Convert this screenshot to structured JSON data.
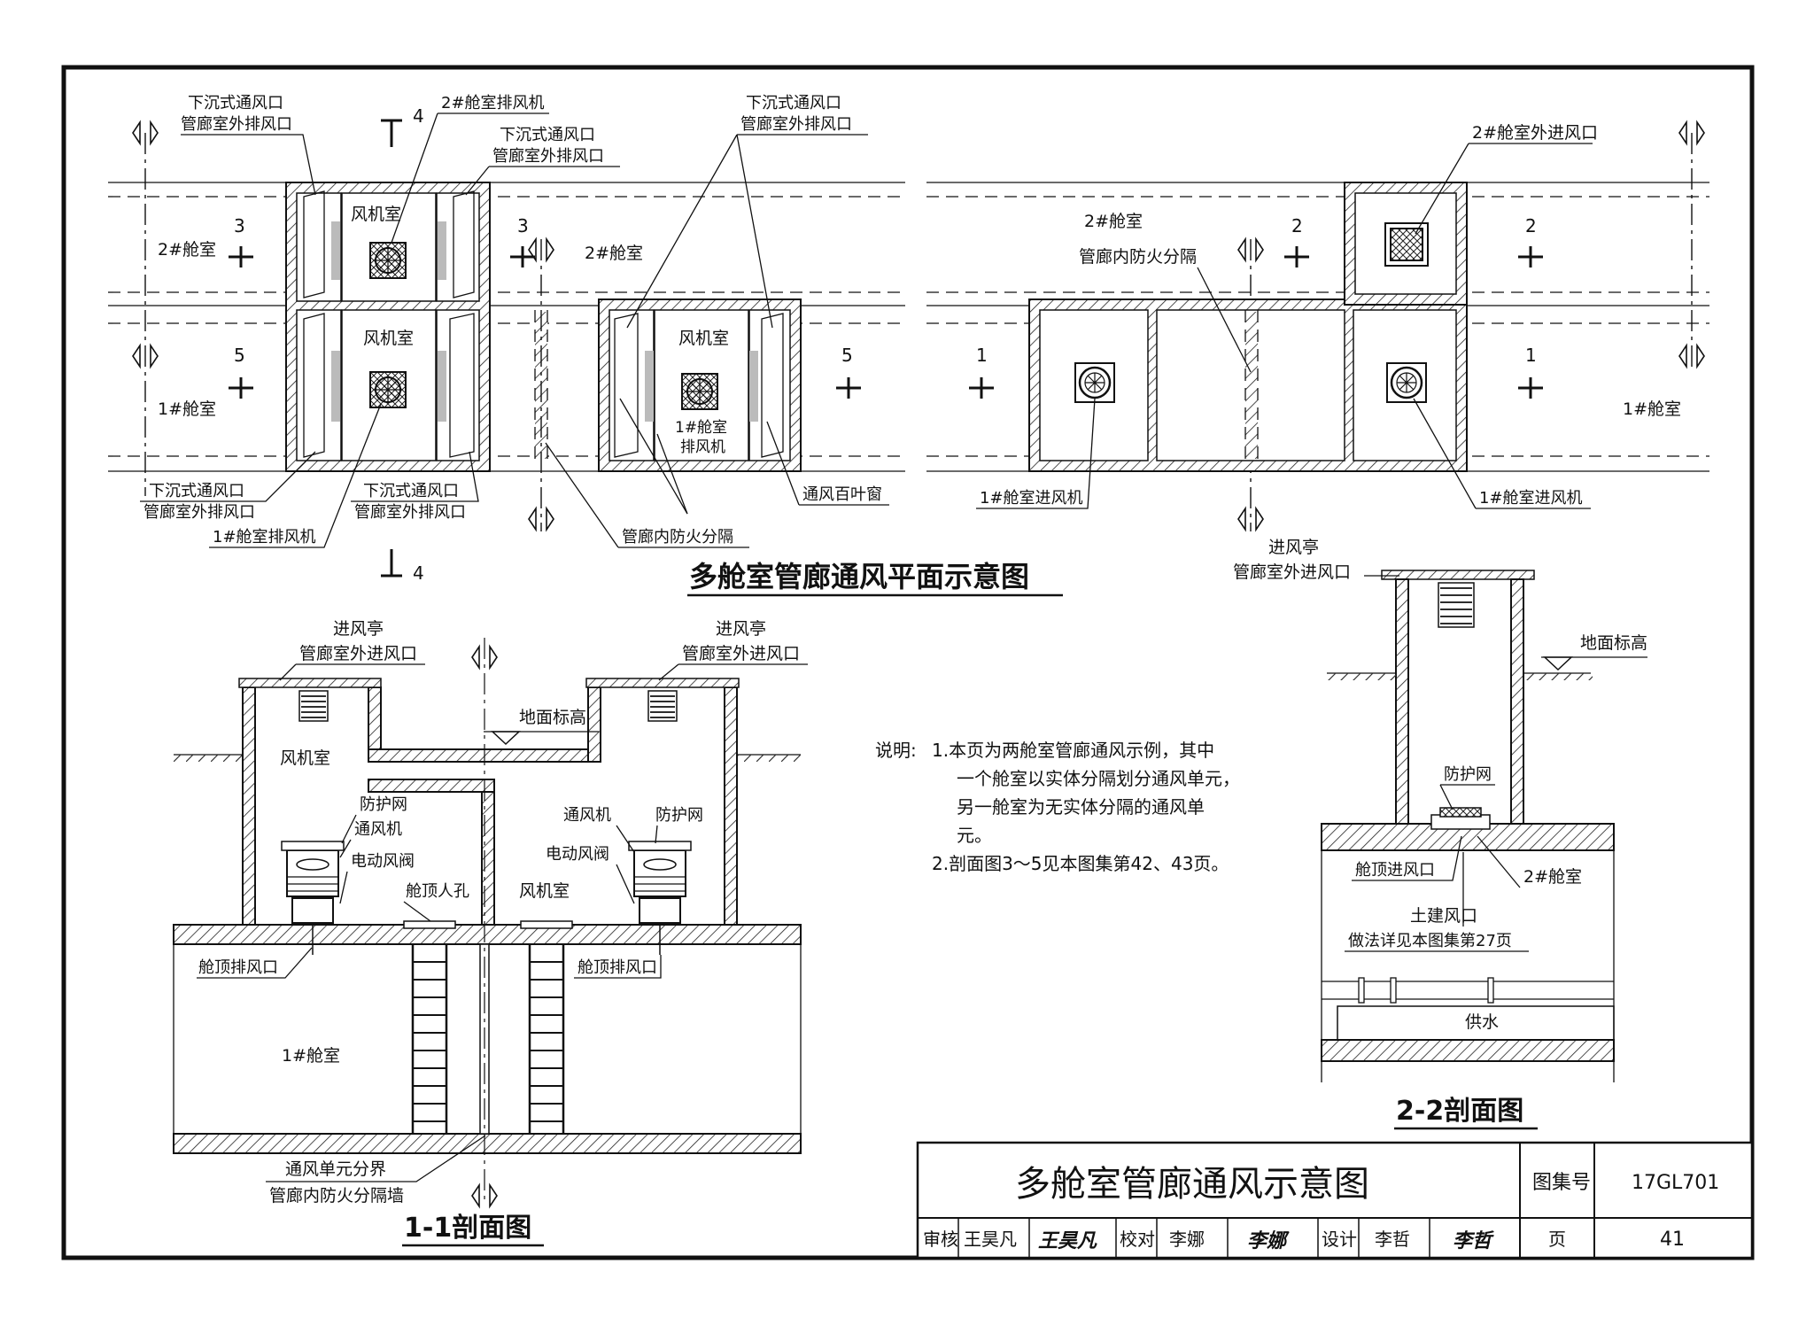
{
  "plan": {
    "title": "多舱室管廊通风平面示意图",
    "left": {
      "label_2_room": "2#舱室",
      "label_1_room": "1#舱室",
      "fan_room_top": "风机室",
      "fan_room_bottom": "风机室",
      "fan_room_right": "风机室",
      "callout_top_left_1": "下沉式通风口",
      "callout_top_left_2": "管廊室外排风口",
      "callout_fan2": "2#舱室排风机",
      "callout_top_mid_1": "下沉式通风口",
      "callout_top_mid_2": "管廊室外排风口",
      "callout_top_right_1": "下沉式通风口",
      "callout_top_right_2": "管廊室外排风口",
      "callout_bot_left_1": "下沉式通风口",
      "callout_bot_left_2": "管廊室外排风口",
      "callout_fan1": "1#舱室排风机",
      "callout_bot_mid_1": "下沉式通风口",
      "callout_bot_mid_2": "管廊室外排风口",
      "callout_firewall": "管廊内防火分隔",
      "callout_louver": "通风百叶窗",
      "fan1_inline_1": "1#舱室",
      "fan1_inline_2": "排风机"
    },
    "right": {
      "label_2_room": "2#舱室",
      "label_firewall": "管廊内防火分隔",
      "callout_inlet2": "2#舱室外进风口",
      "label_1_room": "1#舱室",
      "callout_fan_in_left": "1#舱室进风机",
      "callout_fan_in_right": "1#舱室进风机"
    },
    "section_marks": [
      "4",
      "4",
      "3",
      "3",
      "5",
      "5",
      "2",
      "2",
      "1",
      "1"
    ]
  },
  "section_11": {
    "title": "1-1剖面图",
    "kiosk_left_1": "进风亭",
    "kiosk_left_2": "管廊室外进风口",
    "kiosk_right_1": "进风亭",
    "kiosk_right_2": "管廊室外进风口",
    "ground_label": "地面标高",
    "fan_room_left": "风机室",
    "fan_room_right": "风机室",
    "guard_net_left": "防护网",
    "fan_left": "通风机",
    "damper_left": "电动风阀",
    "manhole": "舱顶人孔",
    "fan_right": "通风机",
    "guard_net_right": "防护网",
    "damper_right": "电动风阀",
    "roof_exhaust_left": "舱顶排风口",
    "roof_exhaust_right": "舱顶排风口",
    "room_1": "1#舱室",
    "boundary_1": "通风单元分界",
    "boundary_2": "管廊内防火分隔墙"
  },
  "notes": {
    "prefix": "说明:",
    "line1": "1.本页为两舱室管廊通风示例，其中",
    "line2": "一个舱室以实体分隔划分通风单元，",
    "line3": "另一舱室为无实体分隔的通风单",
    "line4": "元。",
    "line5": "2.剖面图3～5见本图集第42、43页。"
  },
  "section_22": {
    "title": "2-2剖面图",
    "kiosk_1": "进风亭",
    "kiosk_2": "管廊室外进风口",
    "ground_label": "地面标高",
    "guard_net": "防护网",
    "roof_inlet": "舱顶进风口",
    "room_2": "2#舱室",
    "civil_vent": "土建风口",
    "civil_note": "做法详见本图集第27页",
    "water": "供水"
  },
  "title_block": {
    "title": "多舱室管廊通风示意图",
    "atlas_label": "图集号",
    "atlas_no": "17GL701",
    "review_label": "审核",
    "reviewer": "王昊凡",
    "reviewer_sig": "王昊凡",
    "check_label": "校对",
    "checker": "李娜",
    "checker_sig": "李娜",
    "design_label": "设计",
    "designer": "李哲",
    "designer_sig": "李哲",
    "page_label": "页",
    "page_no": "41"
  }
}
